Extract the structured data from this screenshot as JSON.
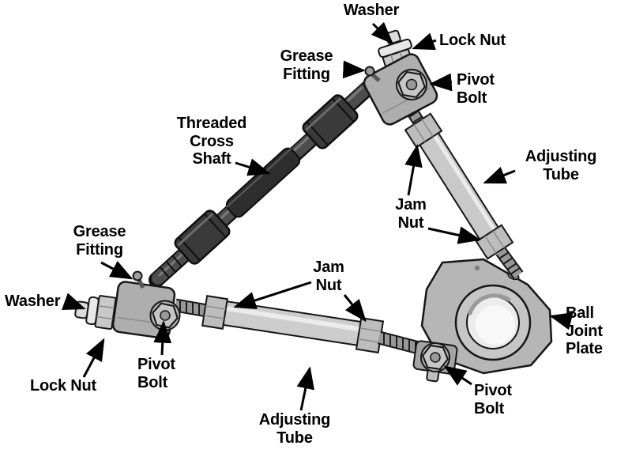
{
  "figure": {
    "type": "exploded parts diagram",
    "subject": "Adjustable upper control arm assembly",
    "palette": {
      "background": "#ffffff",
      "text": "#000000",
      "shaft_dark": "#4d4d4d",
      "tube_light": "#c9c9c9",
      "bracket_gray": "#aeaeae",
      "plate_gray": "#b6b6b6",
      "outline": "#161616"
    }
  },
  "labels": {
    "washer_top": "Washer",
    "lock_nut_top": "Lock Nut",
    "grease_fitting_top": "Grease\nFitting",
    "pivot_bolt_top": "Pivot\nBolt",
    "threaded_cross_shaft": "Threaded\nCross\nShaft",
    "adjusting_tube_right": "Adjusting\nTube",
    "jam_nut_right": "Jam\nNut",
    "grease_fitting_left": "Grease\nFitting",
    "washer_left": "Washer",
    "lock_nut_left": "Lock Nut",
    "pivot_bolt_left": "Pivot\nBolt",
    "jam_nut_bottom": "Jam\nNut",
    "adjusting_tube_bottom": "Adjusting\nTube",
    "pivot_bolt_bottom": "Pivot\nBolt",
    "ball_joint_plate": "Ball\nJoint\nPlate"
  }
}
